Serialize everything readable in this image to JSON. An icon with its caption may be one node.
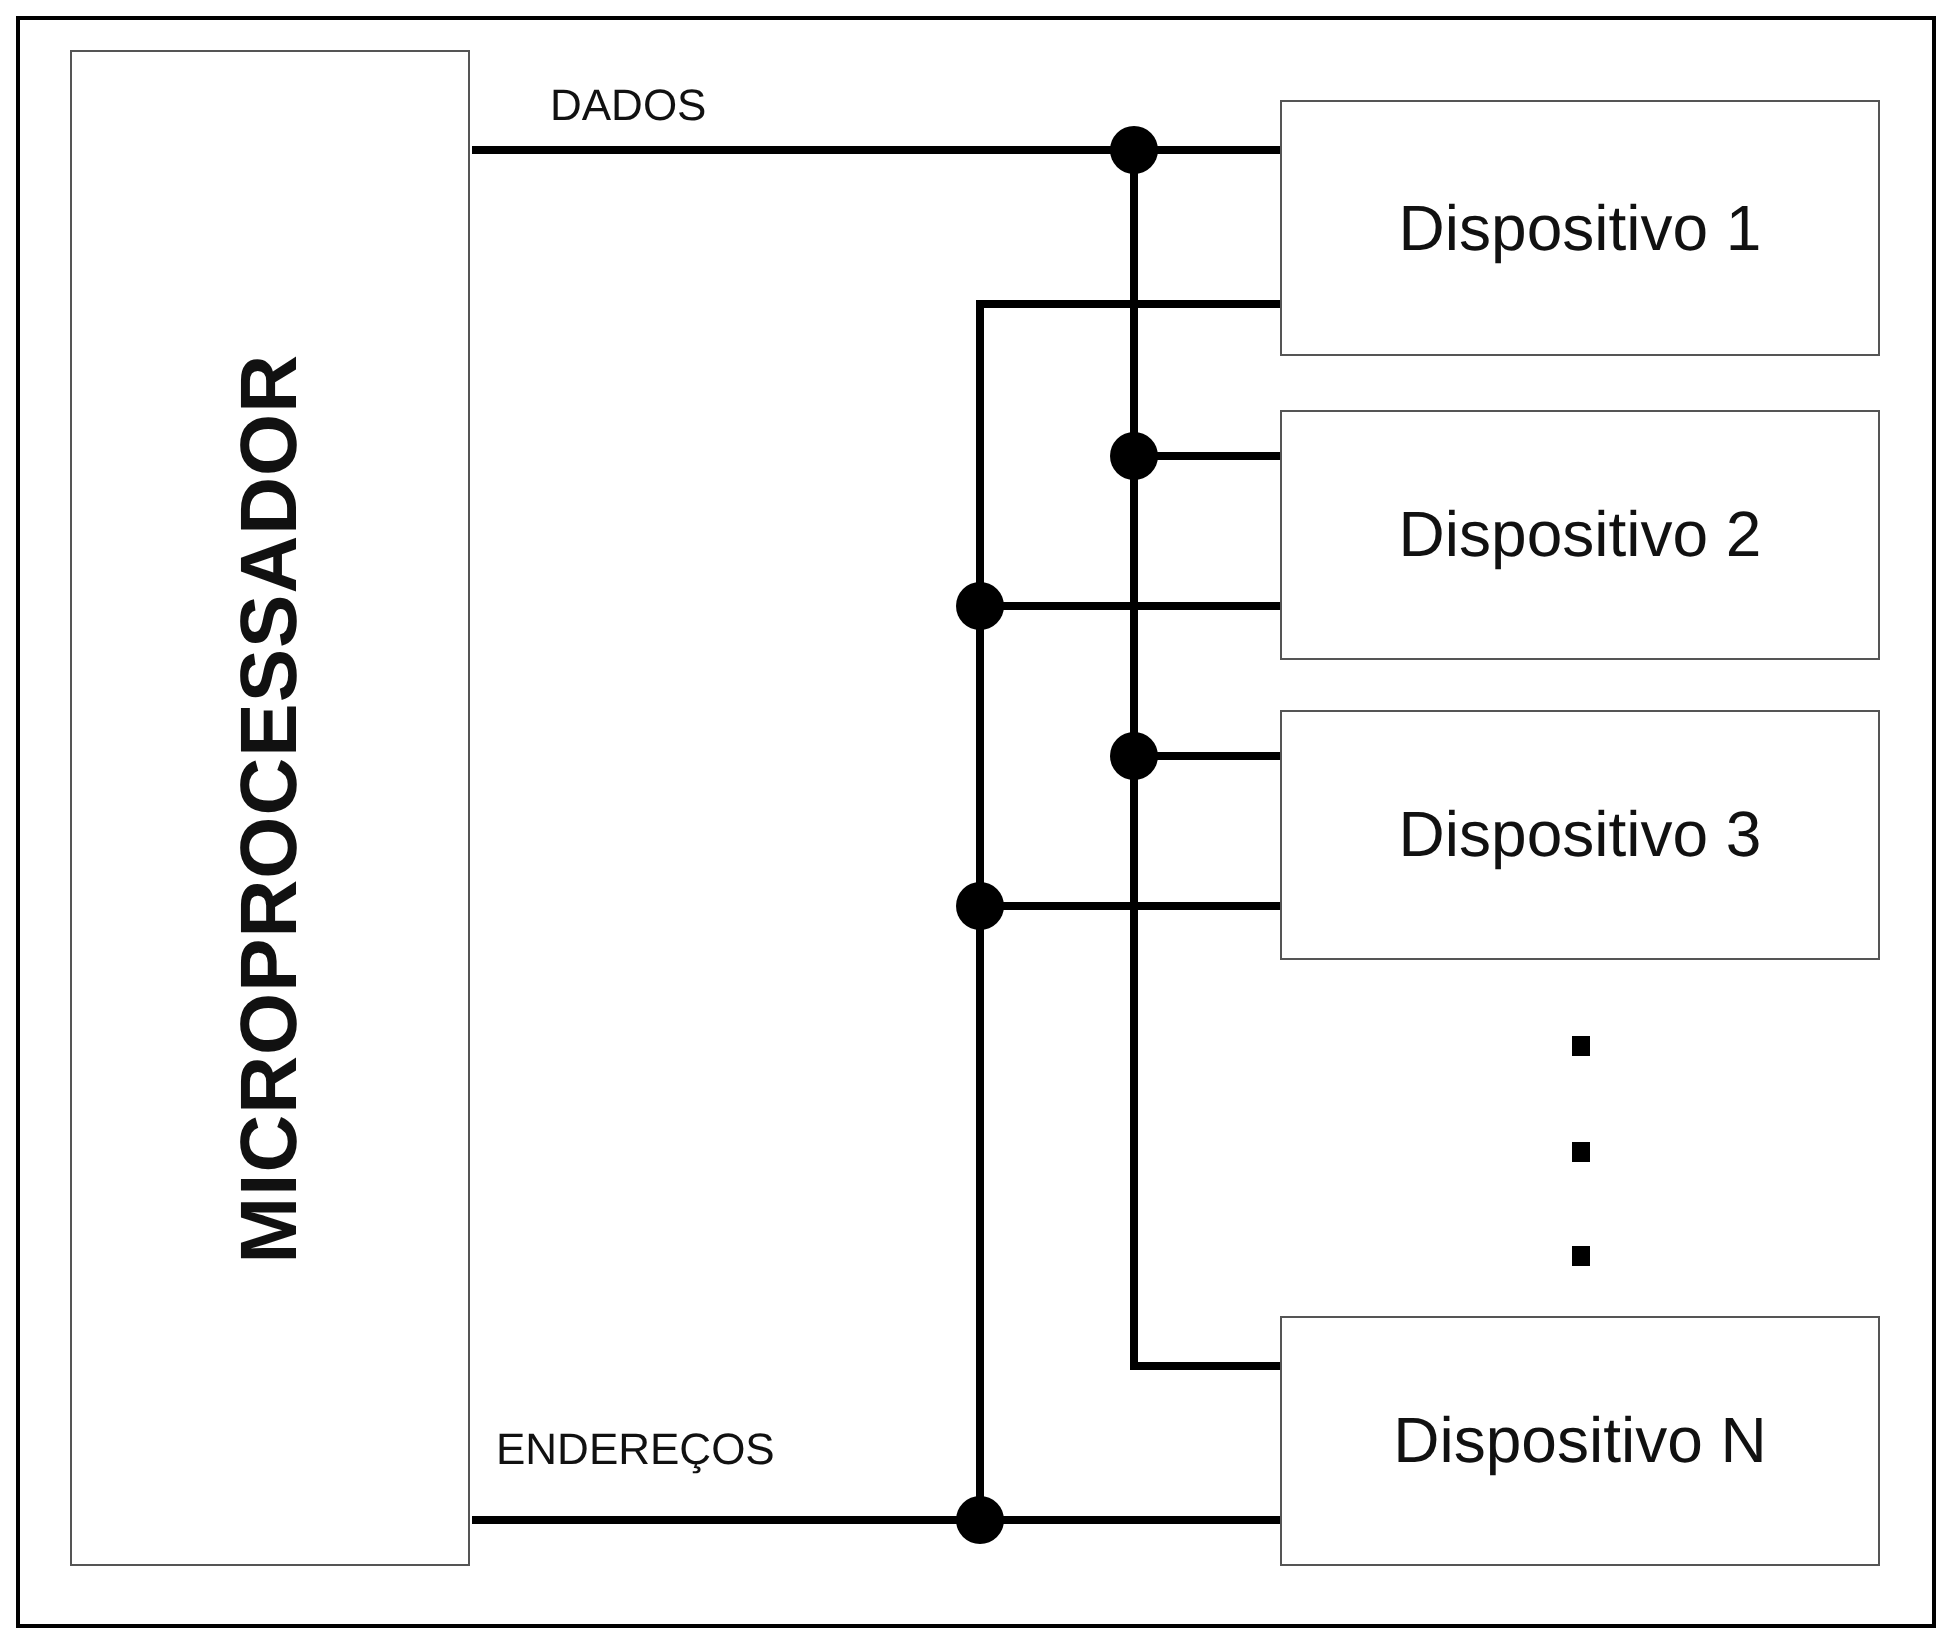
{
  "diagram": {
    "nodes": [
      {
        "text": [
          "MICROPROCESSADOR"
        ]
      },
      {
        "text": [
          "Dispositivo 1"
        ]
      },
      {
        "text": [
          "Dispositivo 2"
        ]
      },
      {
        "text": [
          "Dispositivo 3"
        ]
      },
      {
        "text": [
          "Dispositivo N"
        ]
      }
    ],
    "edges": [
      {
        "from": 0,
        "to": 1,
        "arrow": "none",
        "label": "DADOS"
      },
      {
        "from": 0,
        "to": 2,
        "arrow": "none"
      },
      {
        "from": 0,
        "to": 3,
        "arrow": "none"
      },
      {
        "from": 0,
        "to": 4,
        "arrow": "none"
      },
      {
        "from": 0,
        "to": 1,
        "arrow": "none"
      },
      {
        "from": 0,
        "to": 2,
        "arrow": "none"
      },
      {
        "from": 0,
        "to": 3,
        "arrow": "none"
      },
      {
        "from": 0,
        "to": 4,
        "arrow": "none",
        "label": "ENDEREÇOS"
      }
    ]
  }
}
